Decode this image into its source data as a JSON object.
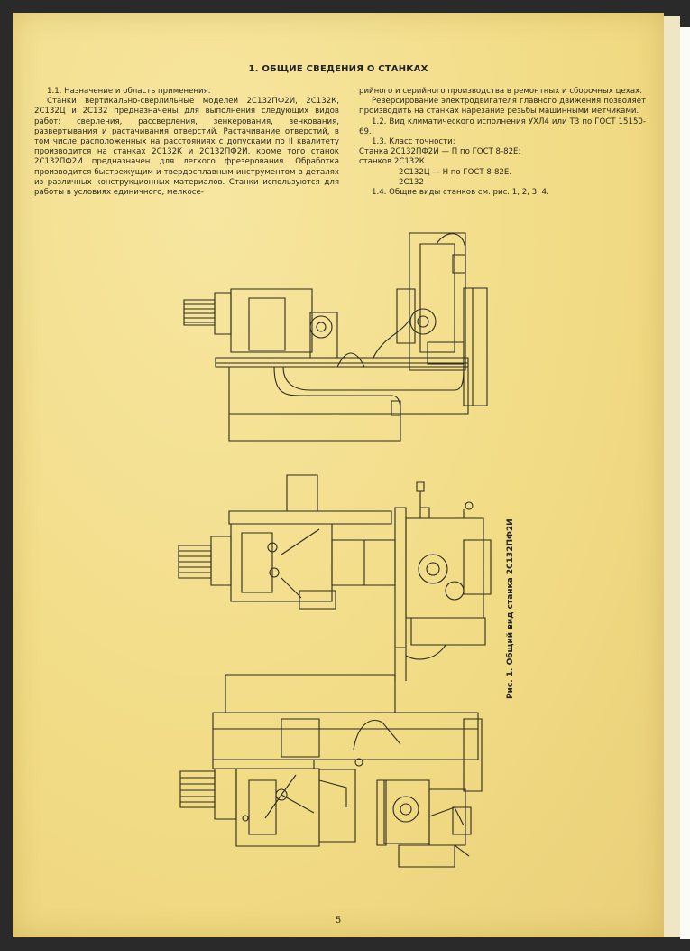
{
  "document": {
    "title": "1. ОБЩИЕ СВЕДЕНИЯ О СТАНКАХ",
    "left_column": [
      "1.1. Назначение и область применения.",
      "Станки вертикально-сверлильные моделей 2С132ПФ2И, 2С132К, 2С132Ц и 2С132 предназначены для выполнения следующих видов работ: сверления, рассверления, зенкерования, зенкования, развертывания и растачивания отверстий. Растачивание отверстий, в том числе расположенных на расстояниях с допусками по II квалитету производится на станках 2С132К и 2С132ПФ2И, кроме того станок 2С132ПФ2И предназначен для легкого фрезерования. Обработка производится быстрежущим и твердосплавным инструментом в деталях из различных конструкционных материалов. Станки используются для работы в условиях единичного, мелкосе-"
    ],
    "right_column": {
      "continuation": "рийного и серийного производства в ремонтных и сборочных цехах.",
      "reversal": "Реверсирование электродвигателя главного движения позволяет производить на станках нарезание резьбы машинными метчиками.",
      "climate": "1.2. Вид климатического исполнения УХЛ4 или Т3 по ГОСТ 15150-69.",
      "accuracy_heading": "1.3. Класс точности:",
      "accuracy_line1": "Станка 2С132ПФ2И — П по ГОСТ 8-82Е;",
      "accuracy_line2": "станков 2С132К",
      "accuracy_line3": "2С132Ц — Н по ГОСТ 8-82Е.",
      "accuracy_line4": "2С132",
      "general_views": "1.4. Общие виды станков см. рис. 1, 2, 3, 4."
    },
    "figure_caption": "Рис. 1. Общий вид станка 2С132ПФ2И",
    "page_number": "5"
  }
}
